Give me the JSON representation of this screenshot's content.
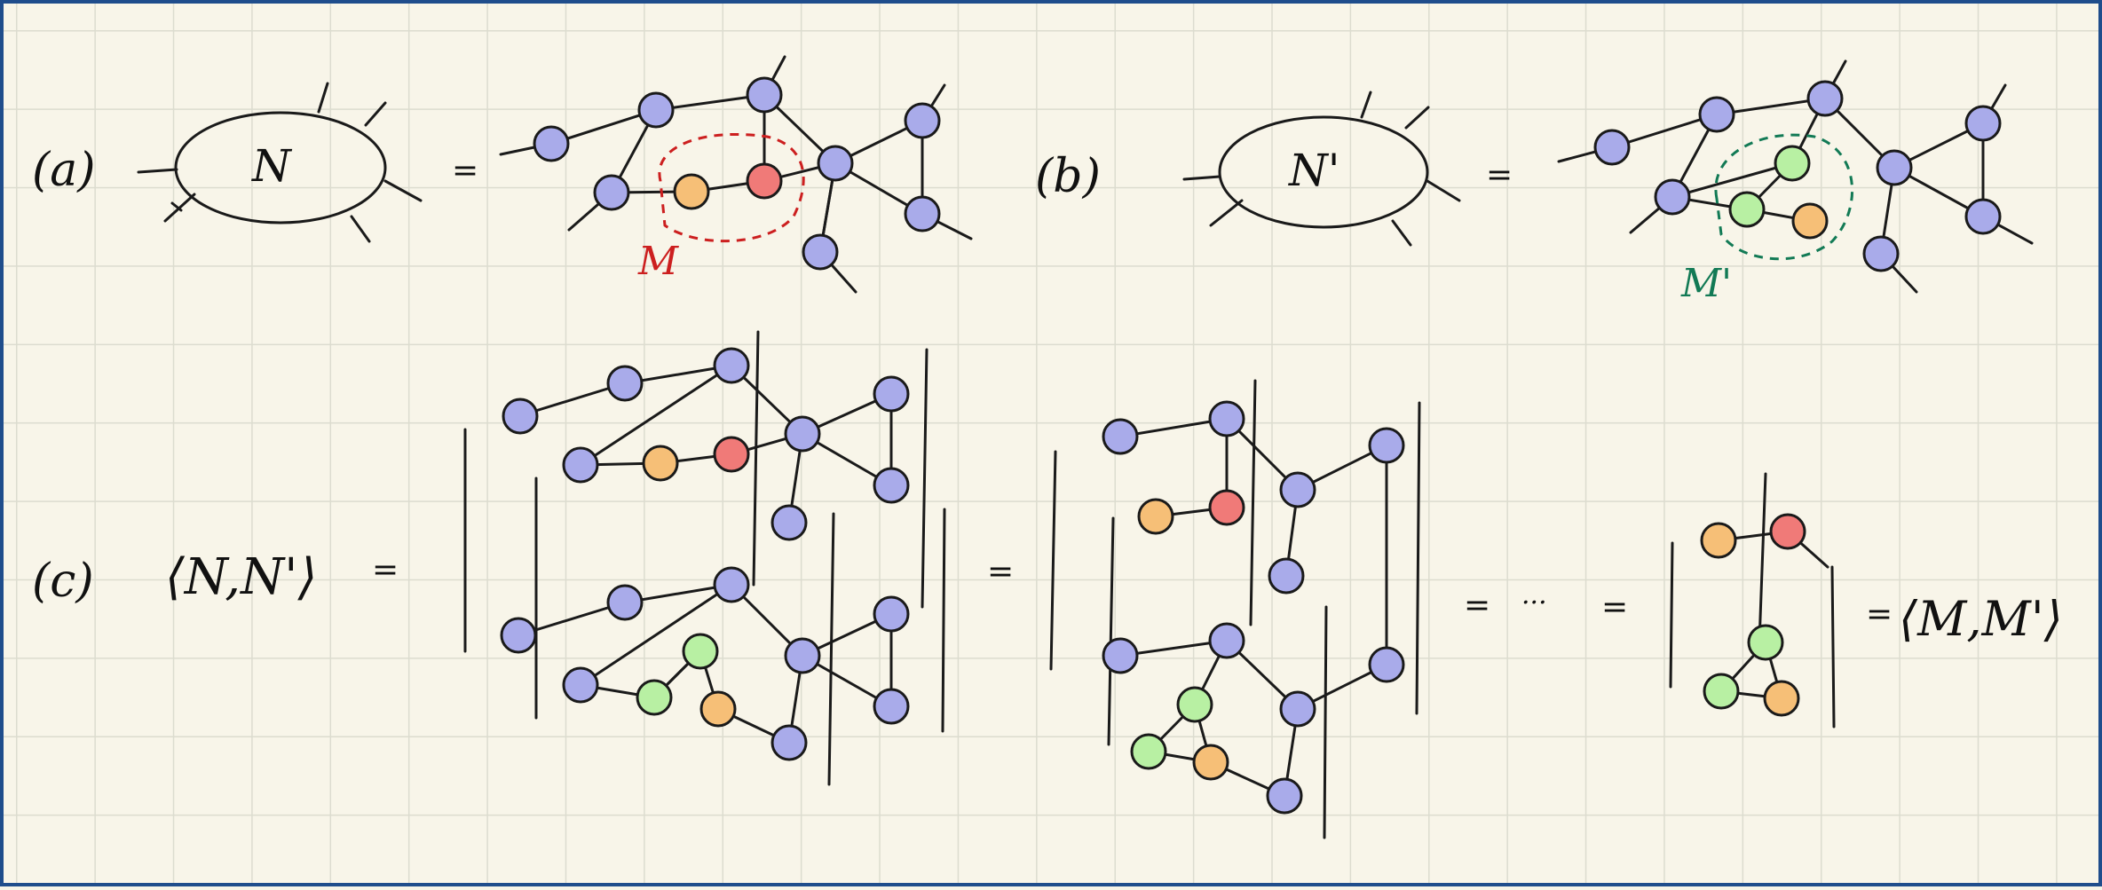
{
  "labels": {
    "a": "(a)",
    "b": "(b)",
    "c": "(c)",
    "N": "N",
    "Nprime": "N'",
    "M": "M",
    "Mprime": "M'",
    "equals": "=",
    "pair_lhs": "⟨N,N'⟩",
    "pair_rhs": "⟨M,M'⟩",
    "ellipsis": "···"
  },
  "colors": {
    "blue": "#a9abea",
    "red": "#f07a78",
    "orange": "#f6bf77",
    "green": "#b8f0a3",
    "ink": "#1a1a1a",
    "red_dash": "#cc1f1f",
    "green_dash": "#127a55",
    "border": "#1f4d8c"
  }
}
